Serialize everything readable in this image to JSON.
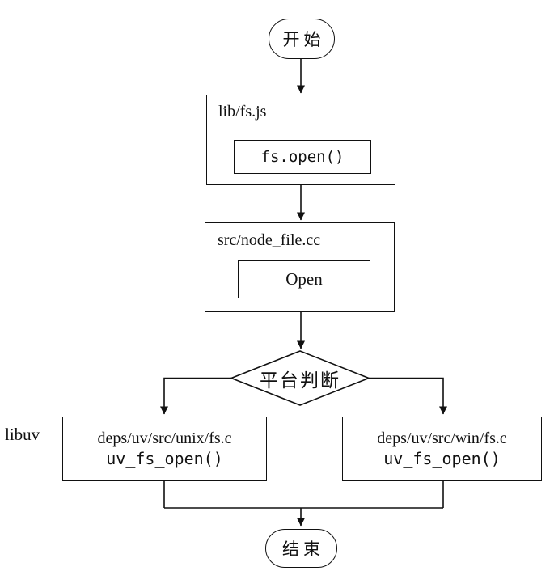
{
  "flowchart": {
    "start_label": "开始",
    "end_label": "结束",
    "decision_label": "平台判断",
    "libuv_label": "libuv",
    "lib_fs": {
      "title": "lib/fs.js",
      "call": "fs.open()"
    },
    "node_file": {
      "title": "src/node_file.cc",
      "call": "Open"
    },
    "unix_branch": {
      "path": "deps/uv/src/unix/fs.c",
      "call": "uv_fs_open()"
    },
    "win_branch": {
      "path": "deps/uv/src/win/fs.c",
      "call": "uv_fs_open()"
    }
  },
  "colors": {
    "stroke": "#111111",
    "background": "#ffffff",
    "text": "#111111"
  }
}
